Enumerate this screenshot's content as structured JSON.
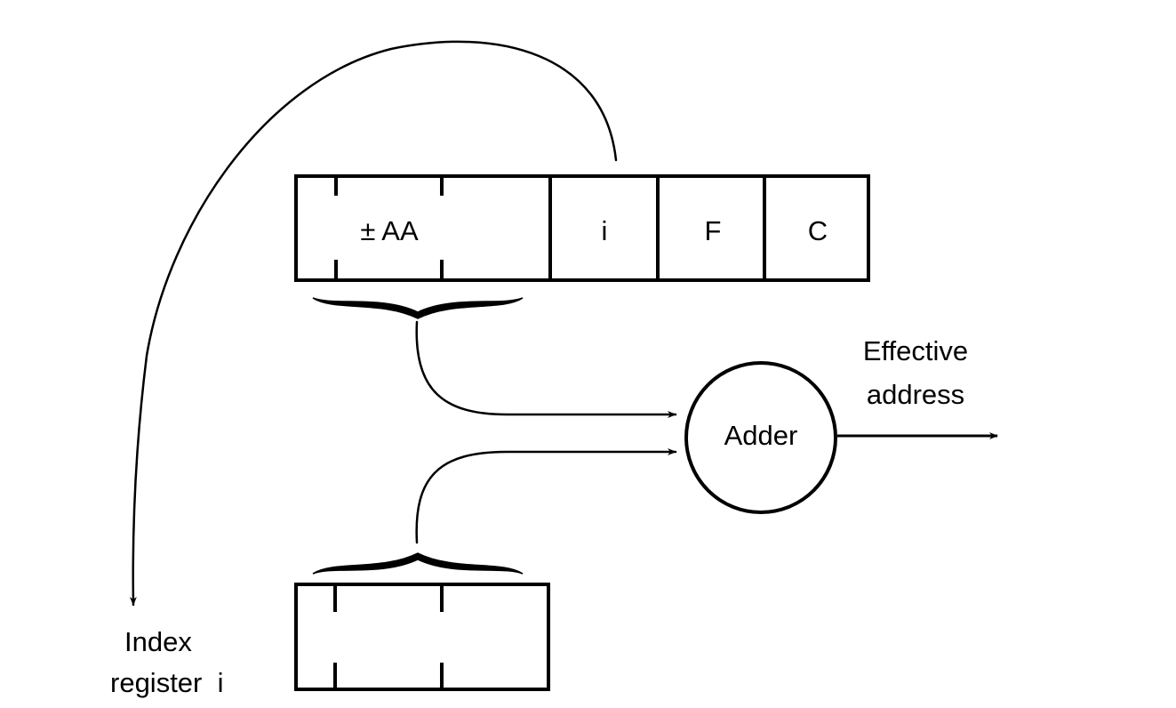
{
  "instruction_word": {
    "fields": [
      "± AA",
      "i",
      "F",
      "C"
    ]
  },
  "adder": {
    "label": "Adder"
  },
  "output": {
    "line1": "Effective",
    "line2": "address"
  },
  "index_register": {
    "line1": "Index",
    "line2": "register  i"
  }
}
